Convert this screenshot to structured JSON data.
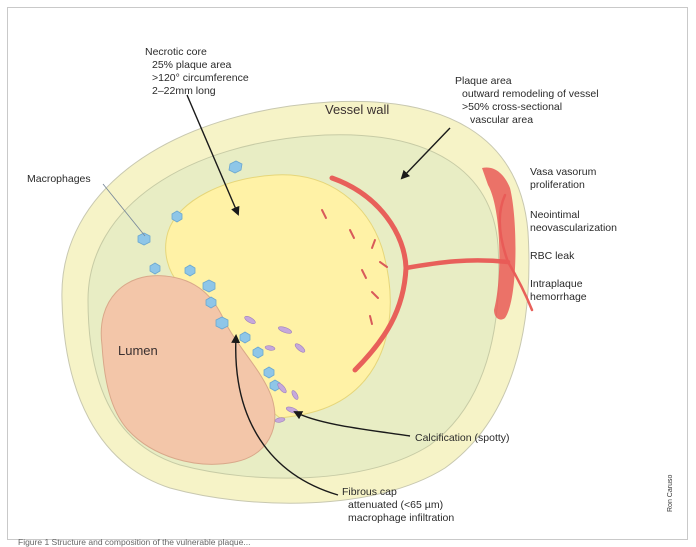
{
  "labels": {
    "necrotic_core": {
      "title": "Necrotic core",
      "lines": [
        "25% plaque area",
        ">120° circumference",
        "2–22mm long"
      ]
    },
    "plaque_area": {
      "title": "Plaque area",
      "lines": [
        "outward remodeling of vessel",
        ">50% cross-sectional",
        "vascular area"
      ]
    },
    "vessel_wall": "Vessel wall",
    "macrophages": "Macrophages",
    "lumen": "Lumen",
    "vasa_vasorum": [
      "Vasa vasorum",
      "proliferation"
    ],
    "neointimal": [
      "Neointimal",
      "neovascularization"
    ],
    "rbc_leak": "RBC leak",
    "intraplaque": [
      "Intraplaque",
      "hemorrhage"
    ],
    "calcification": "Calcification (spotty)",
    "fibrous_cap": {
      "title": "Fibrous cap",
      "lines": [
        "attenuated (<65 µm)",
        "macrophage infiltration"
      ]
    }
  },
  "credit": "Ron Caruso",
  "caption_fragment": "Figure 1 Structure and composition of the vulnerable plaque..."
}
